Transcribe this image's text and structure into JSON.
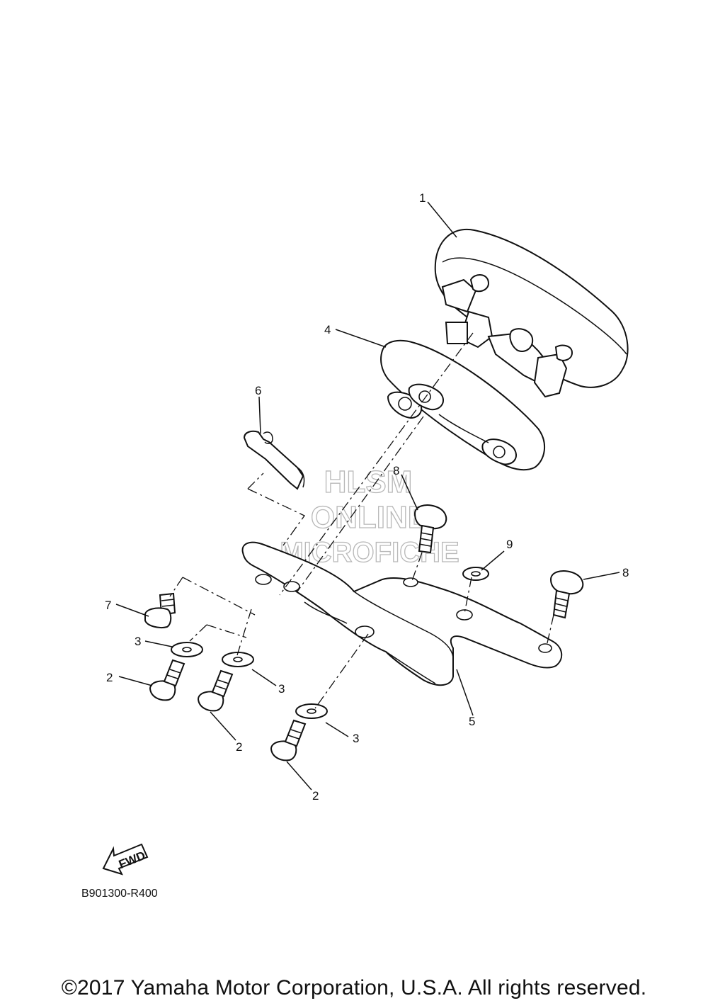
{
  "diagram": {
    "callouts": [
      "1",
      "2",
      "2",
      "2",
      "3",
      "3",
      "3",
      "4",
      "5",
      "6",
      "7",
      "8",
      "8",
      "9"
    ],
    "fwd_label": "FWD",
    "figure_code": "B901300-R400",
    "watermark": [
      "HLSM",
      "ONLINE",
      "MICROFICHE"
    ]
  },
  "footer": {
    "copyright": "©2017 Yamaha Motor Corporation, U.S.A. All rights reserved."
  }
}
